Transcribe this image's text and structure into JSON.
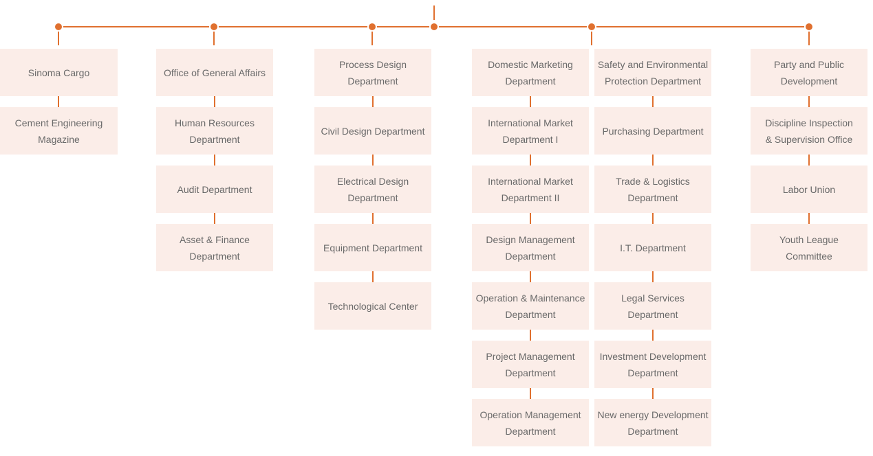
{
  "org": {
    "accent_color": "#e0702f",
    "box_fill": "#fbede8",
    "text_color": "#696969",
    "columns": [
      {
        "id": "column-1",
        "boxes": [
          {
            "label": "Sinoma Cargo"
          },
          {
            "label": "Cement Engineering\nMagazine"
          }
        ]
      },
      {
        "id": "column-2",
        "boxes": [
          {
            "label": "Office of General Affairs"
          },
          {
            "label": "Human Resources\nDepartment"
          },
          {
            "label": "Audit Department"
          },
          {
            "label": "Asset & Finance\nDepartment"
          }
        ]
      },
      {
        "id": "column-3",
        "boxes": [
          {
            "label": "Process Design\nDepartment"
          },
          {
            "label": "Civil Design Department"
          },
          {
            "label": "Electrical Design\nDepartment"
          },
          {
            "label": "Equipment Department"
          },
          {
            "label": "Technological Center"
          }
        ]
      },
      {
        "id": "column-4",
        "boxes": [
          {
            "label": "Domestic Marketing\nDepartment"
          },
          {
            "label": "International Market\nDepartment I"
          },
          {
            "label": "International Market\nDepartment II"
          },
          {
            "label": "Design Management\nDepartment"
          },
          {
            "label": "Operation & Maintenance\nDepartment"
          },
          {
            "label": "Project Management\nDepartment"
          },
          {
            "label": "Operation Management\nDepartment"
          }
        ]
      },
      {
        "id": "column-5",
        "boxes": [
          {
            "label": "Safety and Environmental\nProtection Department"
          },
          {
            "label": "Purchasing Department"
          },
          {
            "label": "Trade & Logistics\nDepartment"
          },
          {
            "label": "I.T. Department"
          },
          {
            "label": "Legal Services\nDepartment"
          },
          {
            "label": "Investment Development\nDepartment"
          },
          {
            "label": "New energy Development\nDepartment"
          }
        ]
      },
      {
        "id": "column-6",
        "boxes": [
          {
            "label": "Party and Public\nDevelopment"
          },
          {
            "label": "Discipline Inspection\n& Supervision Office"
          },
          {
            "label": "Labor Union"
          },
          {
            "label": "Youth League\nCommittee"
          }
        ]
      }
    ]
  }
}
